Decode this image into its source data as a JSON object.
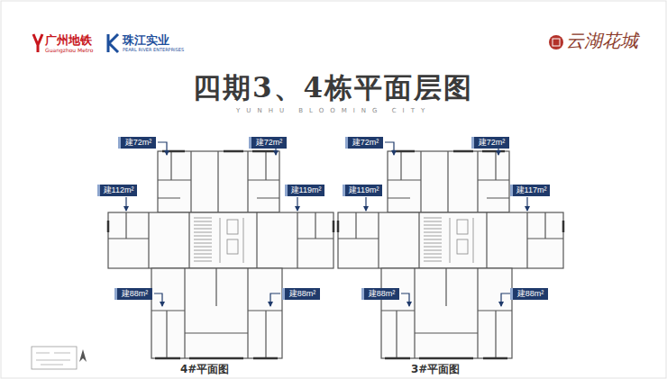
{
  "diagram": {
    "title": "四期3、4栋平面层图",
    "nodes": [
      {
        "text": [
          "建72m²"
        ]
      },
      {
        "text": [
          "建72m²"
        ]
      },
      {
        "text": [
          "建72m²"
        ]
      },
      {
        "text": [
          "建72m²"
        ]
      },
      {
        "text": [
          "建112m²"
        ]
      },
      {
        "text": [
          "建119m²"
        ]
      },
      {
        "text": [
          "建119m²"
        ]
      },
      {
        "text": [
          "建117m²"
        ]
      },
      {
        "text": [
          "建88m²"
        ]
      },
      {
        "text": [
          "建88m²"
        ]
      },
      {
        "text": [
          "建88m²"
        ]
      },
      {
        "text": [
          "建88m²"
        ]
      }
    ],
    "labels": [
      "广州地铁",
      "Guangzhou Metro",
      "珠江实业",
      "PEARL RIVER ENTERPRISES",
      "云湖花城",
      "YUNHU BLOOMING CITY",
      "4#平面图",
      "3#平面图"
    ]
  }
}
